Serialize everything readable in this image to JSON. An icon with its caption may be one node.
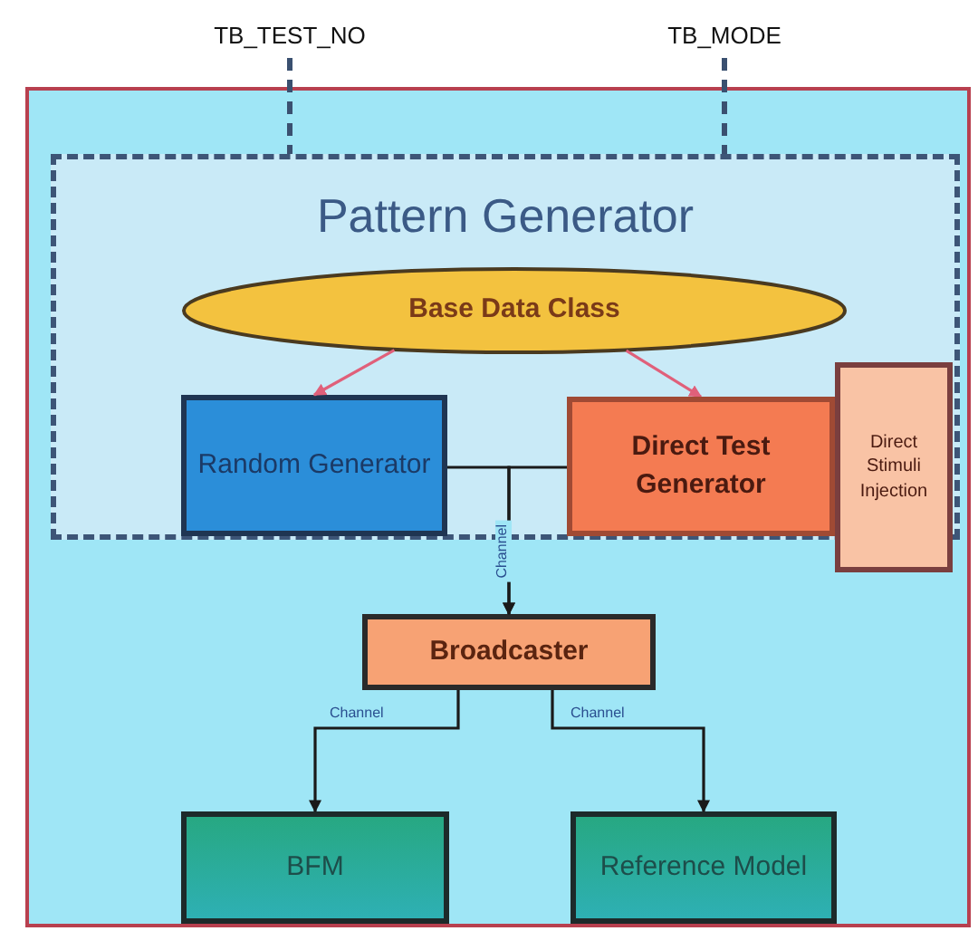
{
  "diagram": {
    "nodes": [
      {
        "text": [],
        "shape": "box"
      },
      {
        "text": [
          "Pattern Generator"
        ],
        "in": 0
      },
      {
        "text": [
          "Base Data Class"
        ],
        "in": 1
      },
      {
        "text": [
          "Random Generator"
        ],
        "in": 1
      },
      {
        "text": [
          "Direct Test Generator"
        ],
        "in": 1
      },
      {
        "text": [
          "Direct Stimuli Injection"
        ],
        "in": 0
      },
      {
        "text": [
          "Broadcaster"
        ],
        "in": 0
      },
      {
        "text": [
          "BFM"
        ],
        "in": 0
      },
      {
        "text": [
          "Reference Model"
        ],
        "in": 0
      },
      {
        "text": [
          "TB_TEST_NO"
        ]
      },
      {
        "text": [
          "TB_MODE"
        ]
      }
    ],
    "edges": [
      {
        "from": 2,
        "to": 3,
        "arrow": "to",
        "color": "#e0607a"
      },
      {
        "from": 2,
        "to": 4,
        "arrow": "to",
        "color": "#e0607a"
      },
      {
        "from": 3,
        "to": 6,
        "arrow": "to",
        "label": "Channel"
      },
      {
        "from": 4,
        "to": 6,
        "arrow": "to"
      },
      {
        "from": 6,
        "to": 7,
        "arrow": "to",
        "label": "Channel"
      },
      {
        "from": 6,
        "to": 8,
        "arrow": "to",
        "label": "Channel"
      },
      {
        "from": 9,
        "to": 1,
        "arrow": "none",
        "style": "dashed",
        "color": "#3a5070"
      },
      {
        "from": 10,
        "to": 1,
        "arrow": "none",
        "style": "dashed",
        "color": "#3a5070"
      }
    ]
  }
}
